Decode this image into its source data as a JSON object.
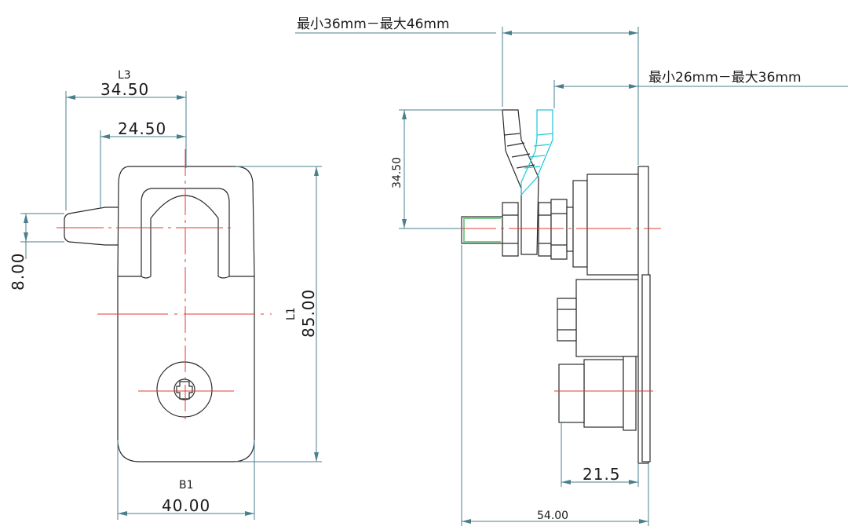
{
  "labels": {
    "range_outer": "最小36mm－最大46mm",
    "range_inner": "最小26mm－最大36mm",
    "l3_tag": "L3",
    "l3_value": "34.50",
    "inner_width": "24.50",
    "tab_height": "8.00",
    "l1_tag": "L1",
    "l1_value": "85.00",
    "b1_tag": "B1",
    "b1_value": "40.00",
    "side_height": "34.50",
    "mount_depth": "21.5",
    "overall_depth": "54.00"
  },
  "colors": {
    "dimension": "#4a7f8c",
    "outline": "#2b2b2b",
    "centerline": "#e23b3b",
    "alt_position": "#20c6d6",
    "thread": "#2fb04a"
  }
}
